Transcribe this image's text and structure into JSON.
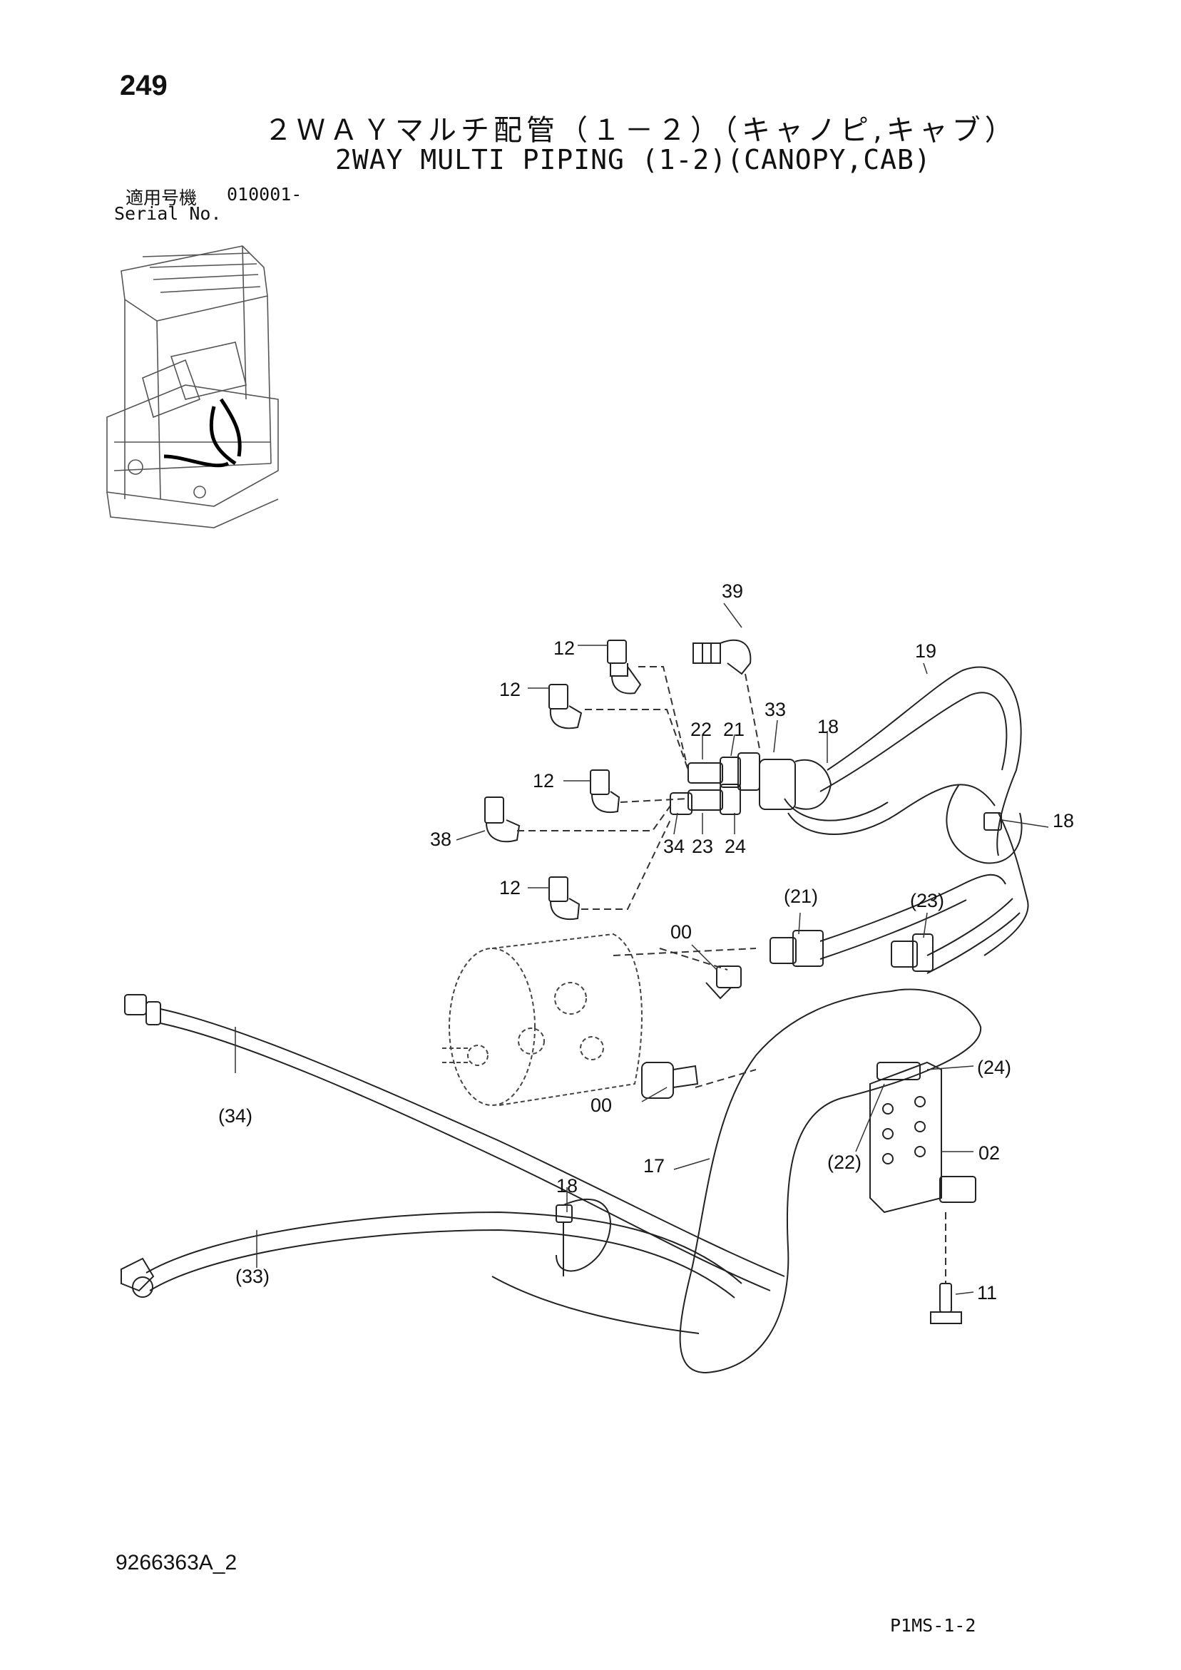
{
  "page": {
    "number": "249",
    "doc_code": "9266363A_2",
    "page_ref": "P1MS-1-2"
  },
  "title": {
    "japanese": "２ＷＡＹマルチ配管（１－２）（キャノピ,キャブ）",
    "english": "2WAY MULTI PIPING (1-2)(CANOPY,CAB)"
  },
  "serial": {
    "label_jp": "適用号機",
    "value": "010001-",
    "label_en": "Serial No."
  },
  "callouts": {
    "c39": "39",
    "c19": "19",
    "c12a": "12",
    "c12b": "12",
    "c12c": "12",
    "c12d": "12",
    "c33": "33",
    "c22": "22",
    "c21": "21",
    "c18a": "18",
    "c18b": "18",
    "c18c": "18",
    "c38": "38",
    "c34": "34",
    "c23": "23",
    "c24": "24",
    "c21p": "(21)",
    "c23p": "(23)",
    "c00a": "00",
    "c00b": "00",
    "c24p": "(24)",
    "c34p": "(34)",
    "c22p": "(22)",
    "c02": "02",
    "c17": "17",
    "c33p": "(33)",
    "c11": "11"
  }
}
